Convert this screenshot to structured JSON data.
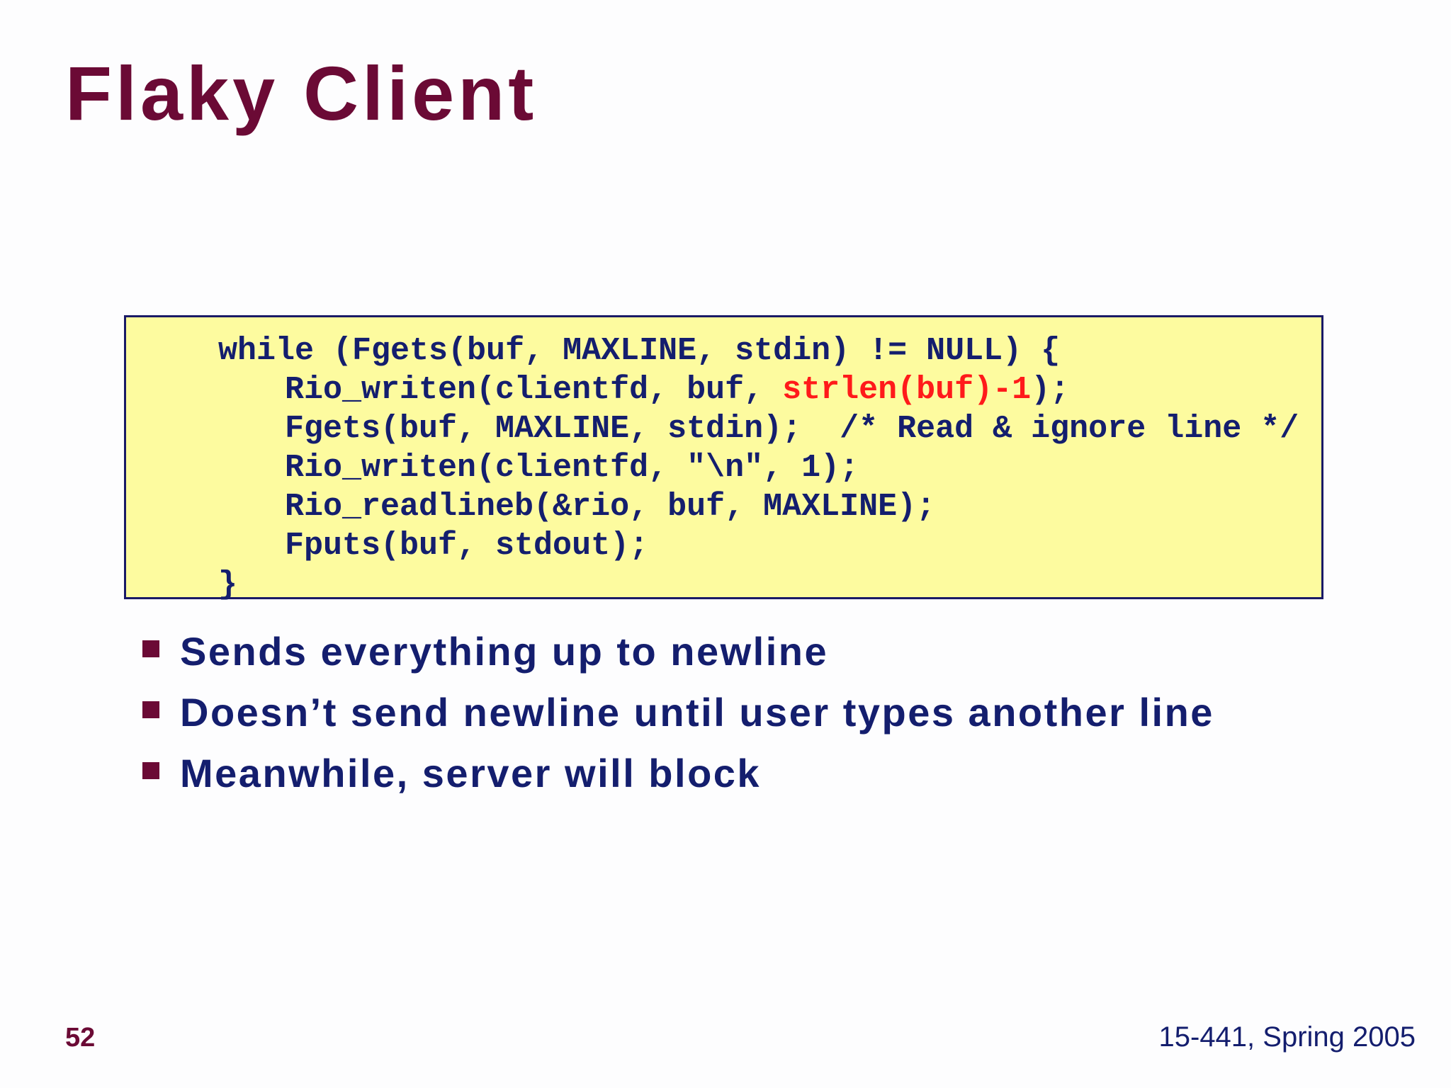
{
  "slide": {
    "title": "Flaky Client",
    "code": {
      "line1": "while (Fgets(buf, MAXLINE, stdin) != NULL) {",
      "line2_prefix": "Rio_writen(clientfd, buf, ",
      "line2_highlight": "strlen(buf)-1",
      "line2_suffix": ");",
      "line3": "Fgets(buf, MAXLINE, stdin);  /* Read & ignore line */",
      "line4": "Rio_writen(clientfd, \"\\n\", 1);",
      "line5": "Rio_readlineb(&rio, buf, MAXLINE);",
      "line6": "Fputs(buf, stdout);",
      "line7": "}"
    },
    "bullets": [
      "Sends everything up to newline",
      "Doesn’t send newline until user types another line",
      "Meanwhile, server will block"
    ],
    "page_number": "52",
    "course_label": "15-441, Spring 2005"
  },
  "colors": {
    "title": "#6b0a35",
    "text": "#141e6e",
    "code_background": "#fdfb9f",
    "code_highlight": "#ff1a1a",
    "bullet_marker": "#6b0a35"
  }
}
